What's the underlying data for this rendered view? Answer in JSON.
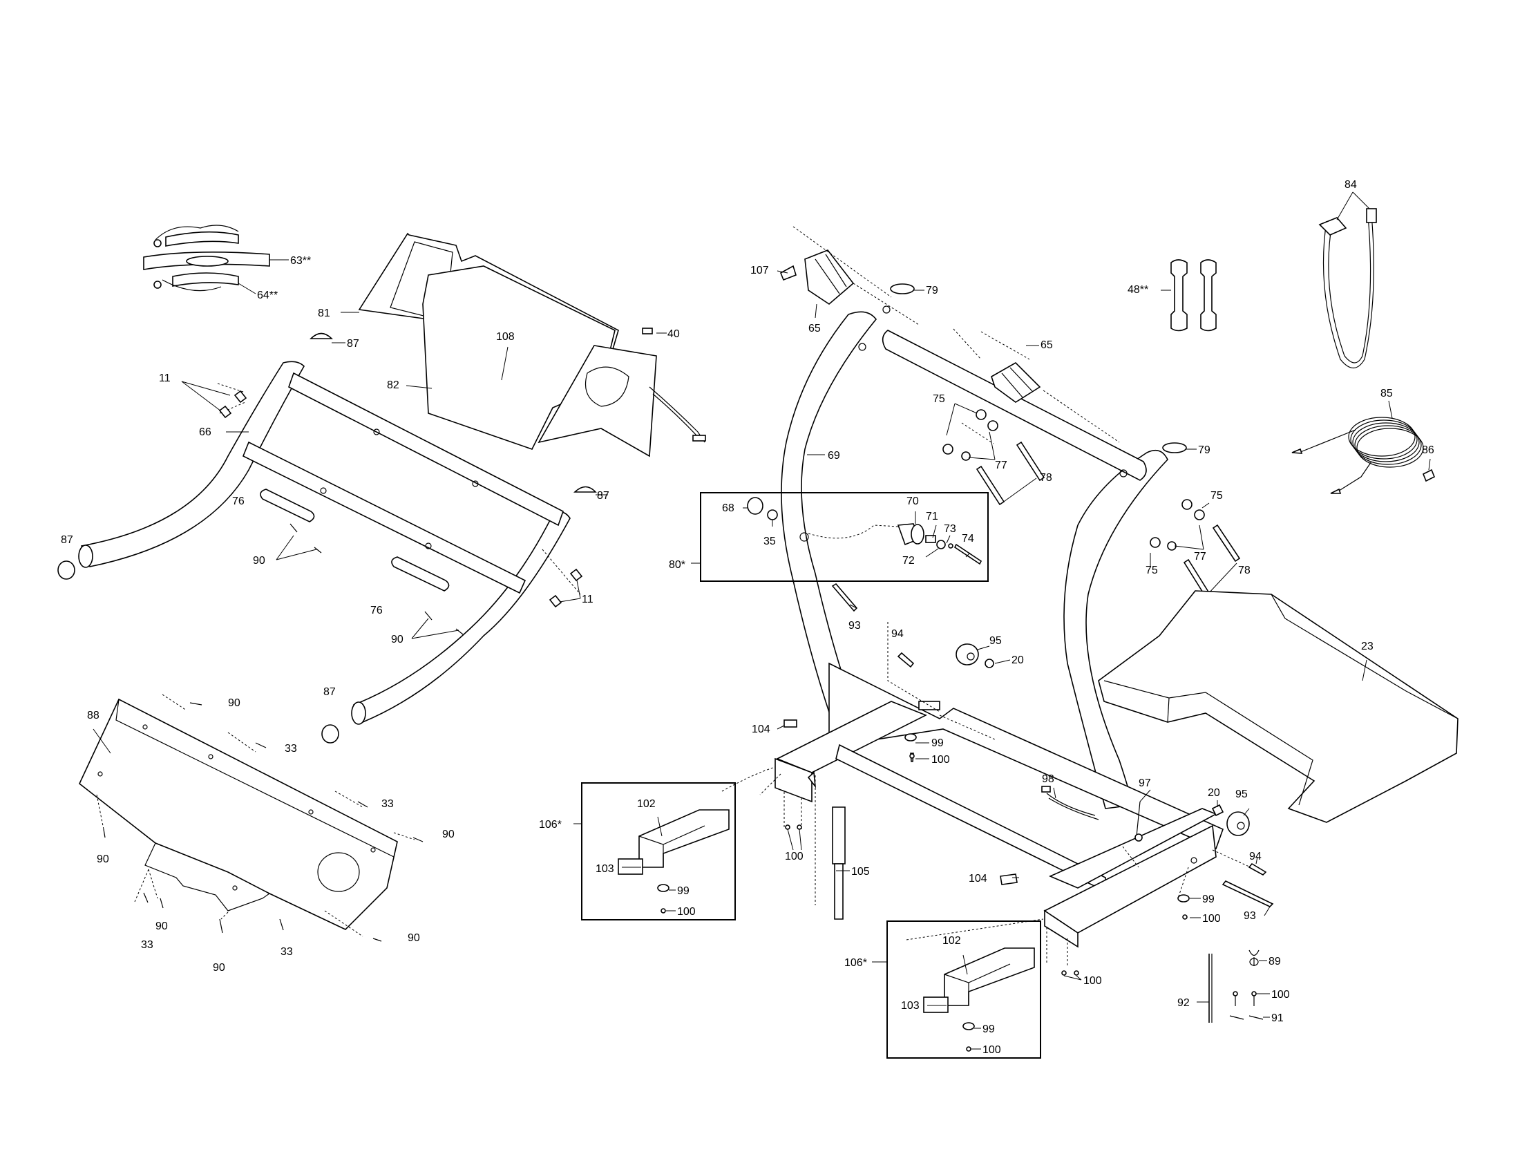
{
  "callouts": [
    {
      "id": "c-63",
      "text": "63**"
    },
    {
      "id": "c-64",
      "text": "64**"
    },
    {
      "id": "c-81",
      "text": "81"
    },
    {
      "id": "c-87a",
      "text": "87"
    },
    {
      "id": "c-108",
      "text": "108"
    },
    {
      "id": "c-40",
      "text": "40"
    },
    {
      "id": "c-82",
      "text": "82"
    },
    {
      "id": "c-11a",
      "text": "11"
    },
    {
      "id": "c-66",
      "text": "66"
    },
    {
      "id": "c-87b",
      "text": "87"
    },
    {
      "id": "c-87c",
      "text": "87"
    },
    {
      "id": "c-76a",
      "text": "76"
    },
    {
      "id": "c-90a",
      "text": "90"
    },
    {
      "id": "c-76b",
      "text": "76"
    },
    {
      "id": "c-11b",
      "text": "11"
    },
    {
      "id": "c-90b",
      "text": "90"
    },
    {
      "id": "c-87d",
      "text": "87"
    },
    {
      "id": "c-88",
      "text": "88"
    },
    {
      "id": "c-90c",
      "text": "90"
    },
    {
      "id": "c-33a",
      "text": "33"
    },
    {
      "id": "c-33b",
      "text": "33"
    },
    {
      "id": "c-90d",
      "text": "90"
    },
    {
      "id": "c-90e",
      "text": "90"
    },
    {
      "id": "c-90f",
      "text": "90"
    },
    {
      "id": "c-33c",
      "text": "33"
    },
    {
      "id": "c-90g",
      "text": "90"
    },
    {
      "id": "c-33d",
      "text": "33"
    },
    {
      "id": "c-90h",
      "text": "90"
    },
    {
      "id": "c-107",
      "text": "107"
    },
    {
      "id": "c-79a",
      "text": "79"
    },
    {
      "id": "c-65a",
      "text": "65"
    },
    {
      "id": "c-65b",
      "text": "65"
    },
    {
      "id": "c-75a",
      "text": "75"
    },
    {
      "id": "c-77a",
      "text": "77"
    },
    {
      "id": "c-78a",
      "text": "78"
    },
    {
      "id": "c-69",
      "text": "69"
    },
    {
      "id": "c-79b",
      "text": "79"
    },
    {
      "id": "c-75b",
      "text": "75"
    },
    {
      "id": "c-77b",
      "text": "77"
    },
    {
      "id": "c-75c",
      "text": "75"
    },
    {
      "id": "c-78b",
      "text": "78"
    },
    {
      "id": "c-68",
      "text": "68"
    },
    {
      "id": "c-35",
      "text": "35"
    },
    {
      "id": "c-70",
      "text": "70"
    },
    {
      "id": "c-71",
      "text": "71"
    },
    {
      "id": "c-73",
      "text": "73"
    },
    {
      "id": "c-74",
      "text": "74"
    },
    {
      "id": "c-72",
      "text": "72"
    },
    {
      "id": "c-80",
      "text": "80*"
    },
    {
      "id": "c-93a",
      "text": "93"
    },
    {
      "id": "c-94a",
      "text": "94"
    },
    {
      "id": "c-95a",
      "text": "95"
    },
    {
      "id": "c-20a",
      "text": "20"
    },
    {
      "id": "c-104a",
      "text": "104"
    },
    {
      "id": "c-99a",
      "text": "99"
    },
    {
      "id": "c-100a",
      "text": "100"
    },
    {
      "id": "c-106a",
      "text": "106*"
    },
    {
      "id": "c-102a",
      "text": "102"
    },
    {
      "id": "c-103a",
      "text": "103"
    },
    {
      "id": "c-99b",
      "text": "99"
    },
    {
      "id": "c-100b",
      "text": "100"
    },
    {
      "id": "c-100c",
      "text": "100"
    },
    {
      "id": "c-105",
      "text": "105"
    },
    {
      "id": "c-98",
      "text": "98"
    },
    {
      "id": "c-97",
      "text": "97"
    },
    {
      "id": "c-20b",
      "text": "20"
    },
    {
      "id": "c-95b",
      "text": "95"
    },
    {
      "id": "c-94b",
      "text": "94"
    },
    {
      "id": "c-104b",
      "text": "104"
    },
    {
      "id": "c-99c",
      "text": "99"
    },
    {
      "id": "c-100d",
      "text": "100"
    },
    {
      "id": "c-93b",
      "text": "93"
    },
    {
      "id": "c-106b",
      "text": "106*"
    },
    {
      "id": "c-102b",
      "text": "102"
    },
    {
      "id": "c-103b",
      "text": "103"
    },
    {
      "id": "c-99d",
      "text": "99"
    },
    {
      "id": "c-100e",
      "text": "100"
    },
    {
      "id": "c-100f",
      "text": "100"
    },
    {
      "id": "c-23",
      "text": "23"
    },
    {
      "id": "c-84",
      "text": "84"
    },
    {
      "id": "c-48",
      "text": "48**"
    },
    {
      "id": "c-85",
      "text": "85"
    },
    {
      "id": "c-86",
      "text": "86"
    },
    {
      "id": "c-89",
      "text": "89"
    },
    {
      "id": "c-92",
      "text": "92"
    },
    {
      "id": "c-100g",
      "text": "100"
    },
    {
      "id": "c-91",
      "text": "91"
    }
  ]
}
